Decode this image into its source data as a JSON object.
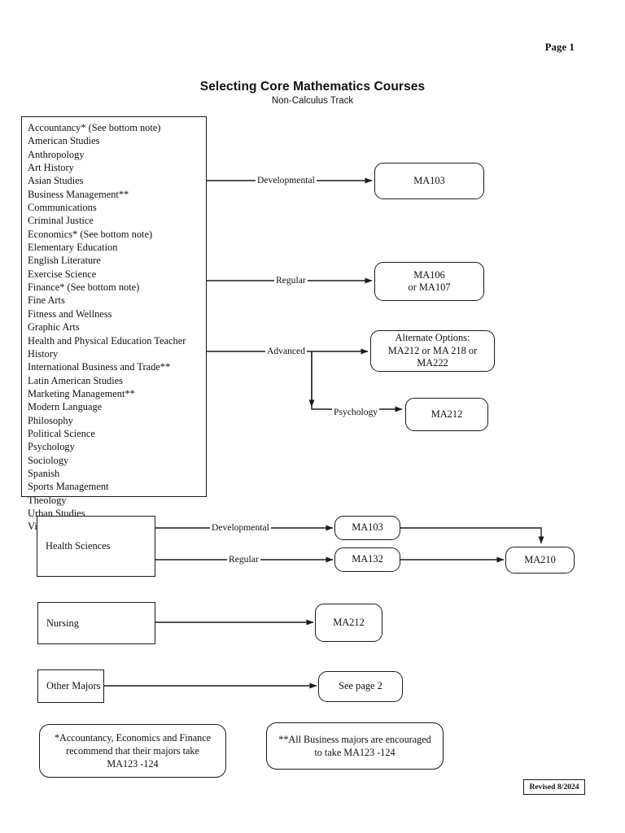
{
  "header": {
    "page_number": "Page 1",
    "title": "Selecting Core Mathematics Courses",
    "subtitle": "Non-Calculus Track"
  },
  "majors_box": {
    "name": "majors-list",
    "items": [
      "Accountancy* (See bottom note)",
      "American Studies",
      "Anthropology",
      "Art History",
      "Asian Studies",
      "Business Management**",
      "Communications",
      "Criminal Justice",
      "Economics* (See bottom note)",
      "Elementary Education",
      "English Literature",
      "Exercise Science",
      "Finance* (See bottom note)",
      "Fine Arts",
      "Fitness and Wellness",
      "Graphic Arts",
      "Health and Physical Education Teacher",
      "History",
      "International Business and Trade**",
      "Latin American Studies",
      "Marketing Management**",
      "Modern Language",
      "Philosophy",
      "Political Science",
      "Psychology",
      "Sociology",
      "Spanish",
      "Sports Management",
      "Theology",
      "Urban Studies",
      "Visual Arts"
    ]
  },
  "tracks": {
    "developmental_label": "Developmental",
    "regular_label": "Regular",
    "advanced_label": "Advanced",
    "psychology_label": "Psychology",
    "developmental_course": "MA103",
    "regular_course_line1": "MA106",
    "regular_course_line2": "or MA107",
    "alternate_line1": "Alternate Options:",
    "alternate_line2": "MA212 or MA 218 or MA222",
    "psychology_course": "MA212"
  },
  "health_sciences": {
    "source_label": "Health Sciences",
    "developmental_label": "Developmental",
    "regular_label": "Regular",
    "developmental_course": "MA103",
    "regular_course": "MA132",
    "final_course": "MA210"
  },
  "nursing": {
    "source_label": "Nursing",
    "course": "MA212"
  },
  "other_majors": {
    "source_label": "Other Majors",
    "target": "See page 2"
  },
  "notes": {
    "note1_line1": "*Accountancy, Economics and Finance",
    "note1_line2": "recommend that their majors take",
    "note1_line3": "MA123 -124",
    "note2_line1": "**All Business majors are encouraged",
    "note2_line2": "to take MA123 -124"
  },
  "footer": {
    "revised": "Revised 8/2024"
  }
}
